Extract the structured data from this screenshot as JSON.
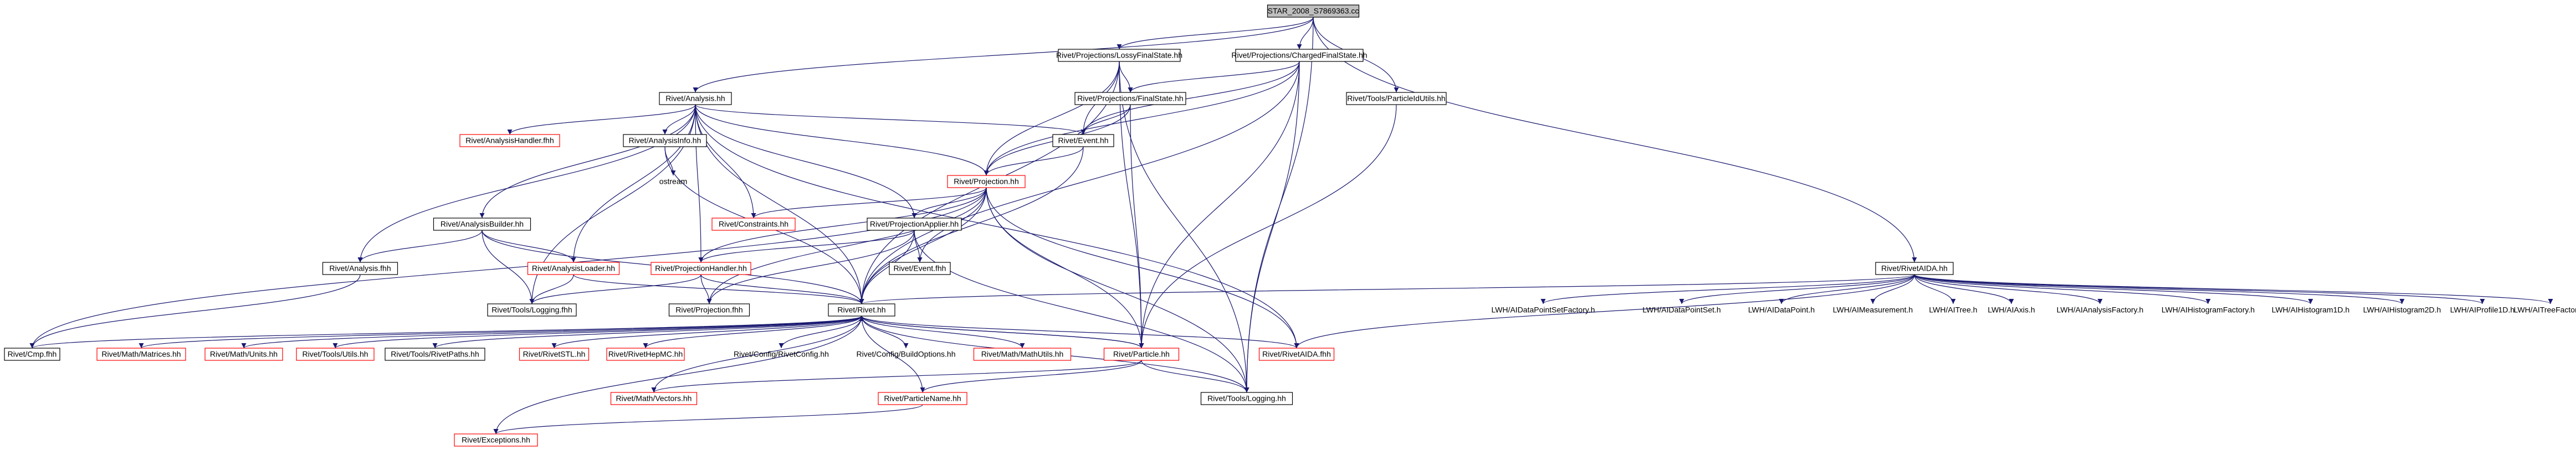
{
  "diagram": {
    "colors": {
      "background": "#ffffff",
      "edge": "#191970",
      "box_black": "#000000",
      "box_red": "#ff0000",
      "root_fill": "#bfbfbf",
      "text": "#000000"
    },
    "nodes": [
      {
        "id": "root",
        "label": "STAR_2008_S7869363.cc",
        "style": "root"
      },
      {
        "id": "lossy",
        "label": "Rivet/Projections/LossyFinalState.hh",
        "style": "black"
      },
      {
        "id": "charged",
        "label": "Rivet/Projections/ChargedFinalState.hh",
        "style": "black"
      },
      {
        "id": "finalstate",
        "label": "Rivet/Projections/FinalState.hh",
        "style": "black"
      },
      {
        "id": "particleidutils",
        "label": "Rivet/Tools/ParticleIdUtils.hh",
        "style": "black"
      },
      {
        "id": "analysis",
        "label": "Rivet/Analysis.hh",
        "style": "black"
      },
      {
        "id": "analysishandler",
        "label": "Rivet/AnalysisHandler.fhh",
        "style": "red"
      },
      {
        "id": "analysisinfo",
        "label": "Rivet/AnalysisInfo.hh",
        "style": "black"
      },
      {
        "id": "ostream",
        "label": "ostream",
        "style": "none"
      },
      {
        "id": "event",
        "label": "Rivet/Event.hh",
        "style": "black"
      },
      {
        "id": "projection",
        "label": "Rivet/Projection.hh",
        "style": "red"
      },
      {
        "id": "constraints",
        "label": "Rivet/Constraints.hh",
        "style": "red"
      },
      {
        "id": "projapplier",
        "label": "Rivet/ProjectionApplier.hh",
        "style": "black"
      },
      {
        "id": "analysisbuilder",
        "label": "Rivet/AnalysisBuilder.hh",
        "style": "black"
      },
      {
        "id": "analysisfhh",
        "label": "Rivet/Analysis.fhh",
        "style": "black"
      },
      {
        "id": "analysisloader",
        "label": "Rivet/AnalysisLoader.hh",
        "style": "red"
      },
      {
        "id": "projhandler",
        "label": "Rivet/ProjectionHandler.hh",
        "style": "red"
      },
      {
        "id": "eventfhh",
        "label": "Rivet/Event.fhh",
        "style": "black"
      },
      {
        "id": "loggingfhh",
        "label": "Rivet/Tools/Logging.fhh",
        "style": "black"
      },
      {
        "id": "projfhh",
        "label": "Rivet/Projection.fhh",
        "style": "black"
      },
      {
        "id": "rivet",
        "label": "Rivet/Rivet.hh",
        "style": "black"
      },
      {
        "id": "cmp",
        "label": "Rivet/Cmp.fhh",
        "style": "black"
      },
      {
        "id": "matrices",
        "label": "Rivet/Math/Matrices.hh",
        "style": "red"
      },
      {
        "id": "units",
        "label": "Rivet/Math/Units.hh",
        "style": "red"
      },
      {
        "id": "utils",
        "label": "Rivet/Tools/Utils.hh",
        "style": "red"
      },
      {
        "id": "rivetpaths",
        "label": "Rivet/Tools/RivetPaths.hh",
        "style": "black"
      },
      {
        "id": "rivetstl",
        "label": "Rivet/RivetSTL.hh",
        "style": "red"
      },
      {
        "id": "rivethepmc",
        "label": "Rivet/RivetHepMC.hh",
        "style": "red"
      },
      {
        "id": "rivetconfig",
        "label": "Rivet/Config/RivetConfig.hh",
        "style": "none"
      },
      {
        "id": "buildoptions",
        "label": "Rivet/Config/BuildOptions.hh",
        "style": "none"
      },
      {
        "id": "mathutils",
        "label": "Rivet/Math/MathUtils.hh",
        "style": "red"
      },
      {
        "id": "particle",
        "label": "Rivet/Particle.hh",
        "style": "red"
      },
      {
        "id": "rivetaidafhh",
        "label": "Rivet/RivetAIDA.fhh",
        "style": "red"
      },
      {
        "id": "vectors",
        "label": "Rivet/Math/Vectors.hh",
        "style": "red"
      },
      {
        "id": "particlename",
        "label": "Rivet/ParticleName.hh",
        "style": "red"
      },
      {
        "id": "logginghh",
        "label": "Rivet/Tools/Logging.hh",
        "style": "black"
      },
      {
        "id": "exceptions",
        "label": "Rivet/Exceptions.hh",
        "style": "red"
      },
      {
        "id": "rivetaidahh",
        "label": "Rivet/RivetAIDA.hh",
        "style": "black"
      },
      {
        "id": "dpsfactory",
        "label": "LWH/AIDataPointSetFactory.h",
        "style": "none"
      },
      {
        "id": "dpset",
        "label": "LWH/AIDataPointSet.h",
        "style": "none"
      },
      {
        "id": "dpoint",
        "label": "LWH/AIDataPoint.h",
        "style": "none"
      },
      {
        "id": "measurement",
        "label": "LWH/AIMeasurement.h",
        "style": "none"
      },
      {
        "id": "aitree",
        "label": "LWH/AITree.h",
        "style": "none"
      },
      {
        "id": "aiaxis",
        "label": "LWH/AIAxis.h",
        "style": "none"
      },
      {
        "id": "analysisfactory",
        "label": "LWH/AIAnalysisFactory.h",
        "style": "none"
      },
      {
        "id": "histfactory",
        "label": "LWH/AIHistogramFactory.h",
        "style": "none"
      },
      {
        "id": "hist1d",
        "label": "LWH/AIHistogram1D.h",
        "style": "none"
      },
      {
        "id": "hist2d",
        "label": "LWH/AIHistogram2D.h",
        "style": "none"
      },
      {
        "id": "profile1d",
        "label": "LWH/AIProfile1D.h",
        "style": "none"
      },
      {
        "id": "treefactory",
        "label": "LWH/AITreeFactory.h",
        "style": "none"
      }
    ],
    "edges": [
      [
        "root",
        "lossy"
      ],
      [
        "root",
        "charged"
      ],
      [
        "root",
        "particleidutils"
      ],
      [
        "root",
        "analysis"
      ],
      [
        "root",
        "rivetaidahh"
      ],
      [
        "root",
        "logginghh"
      ],
      [
        "lossy",
        "finalstate"
      ],
      [
        "lossy",
        "event"
      ],
      [
        "lossy",
        "projection"
      ],
      [
        "lossy",
        "rivet"
      ],
      [
        "lossy",
        "particle"
      ],
      [
        "lossy",
        "logginghh"
      ],
      [
        "charged",
        "finalstate"
      ],
      [
        "charged",
        "event"
      ],
      [
        "charged",
        "projection"
      ],
      [
        "charged",
        "rivet"
      ],
      [
        "charged",
        "particle"
      ],
      [
        "charged",
        "logginghh"
      ],
      [
        "finalstate",
        "event"
      ],
      [
        "finalstate",
        "projection"
      ],
      [
        "finalstate",
        "particle"
      ],
      [
        "particleidutils",
        "particle"
      ],
      [
        "analysis",
        "analysishandler"
      ],
      [
        "analysis",
        "analysisinfo"
      ],
      [
        "analysis",
        "event"
      ],
      [
        "analysis",
        "projection"
      ],
      [
        "analysis",
        "constraints"
      ],
      [
        "analysis",
        "projapplier"
      ],
      [
        "analysis",
        "analysisbuilder"
      ],
      [
        "analysis",
        "analysisfhh"
      ],
      [
        "analysis",
        "analysisloader"
      ],
      [
        "analysis",
        "projhandler"
      ],
      [
        "analysis",
        "loggingfhh"
      ],
      [
        "analysis",
        "rivet"
      ],
      [
        "analysis",
        "rivetaidafhh"
      ],
      [
        "analysisinfo",
        "ostream"
      ],
      [
        "analysisinfo",
        "rivet"
      ],
      [
        "event",
        "projection"
      ],
      [
        "event",
        "rivet"
      ],
      [
        "projection",
        "constraints"
      ],
      [
        "projection",
        "projapplier"
      ],
      [
        "projection",
        "projhandler"
      ],
      [
        "projection",
        "eventfhh"
      ],
      [
        "projection",
        "projfhh"
      ],
      [
        "projection",
        "rivet"
      ],
      [
        "projection",
        "particle"
      ],
      [
        "projection",
        "logginghh"
      ],
      [
        "projection",
        "rivetaidafhh"
      ],
      [
        "projection",
        "cmp"
      ],
      [
        "projapplier",
        "projhandler"
      ],
      [
        "projapplier",
        "eventfhh"
      ],
      [
        "projapplier",
        "projfhh"
      ],
      [
        "projapplier",
        "rivet"
      ],
      [
        "projapplier",
        "logginghh"
      ],
      [
        "analysisbuilder",
        "analysisfhh"
      ],
      [
        "analysisbuilder",
        "analysisloader"
      ],
      [
        "analysisbuilder",
        "loggingfhh"
      ],
      [
        "analysisbuilder",
        "rivet"
      ],
      [
        "analysisfhh",
        "cmp"
      ],
      [
        "analysisloader",
        "loggingfhh"
      ],
      [
        "analysisloader",
        "rivet"
      ],
      [
        "projhandler",
        "loggingfhh"
      ],
      [
        "projhandler",
        "projfhh"
      ],
      [
        "projhandler",
        "rivet"
      ],
      [
        "rivet",
        "cmp"
      ],
      [
        "rivet",
        "matrices"
      ],
      [
        "rivet",
        "units"
      ],
      [
        "rivet",
        "utils"
      ],
      [
        "rivet",
        "rivetpaths"
      ],
      [
        "rivet",
        "rivetstl"
      ],
      [
        "rivet",
        "rivethepmc"
      ],
      [
        "rivet",
        "rivetconfig"
      ],
      [
        "rivet",
        "buildoptions"
      ],
      [
        "rivet",
        "mathutils"
      ],
      [
        "rivet",
        "particle"
      ],
      [
        "rivet",
        "rivetaidafhh"
      ],
      [
        "rivet",
        "vectors"
      ],
      [
        "rivet",
        "particlename"
      ],
      [
        "rivet",
        "logginghh"
      ],
      [
        "rivet",
        "exceptions"
      ],
      [
        "particle",
        "vectors"
      ],
      [
        "particle",
        "particlename"
      ],
      [
        "particle",
        "logginghh"
      ],
      [
        "particle",
        "rivet"
      ],
      [
        "particlename",
        "exceptions"
      ],
      [
        "rivetaidahh",
        "rivet"
      ],
      [
        "rivetaidahh",
        "rivetaidafhh"
      ],
      [
        "rivetaidahh",
        "dpsfactory"
      ],
      [
        "rivetaidahh",
        "dpset"
      ],
      [
        "rivetaidahh",
        "dpoint"
      ],
      [
        "rivetaidahh",
        "measurement"
      ],
      [
        "rivetaidahh",
        "aitree"
      ],
      [
        "rivetaidahh",
        "aiaxis"
      ],
      [
        "rivetaidahh",
        "analysisfactory"
      ],
      [
        "rivetaidahh",
        "histfactory"
      ],
      [
        "rivetaidahh",
        "hist1d"
      ],
      [
        "rivetaidahh",
        "hist2d"
      ],
      [
        "rivetaidahh",
        "profile1d"
      ],
      [
        "rivetaidahh",
        "treefactory"
      ]
    ]
  }
}
